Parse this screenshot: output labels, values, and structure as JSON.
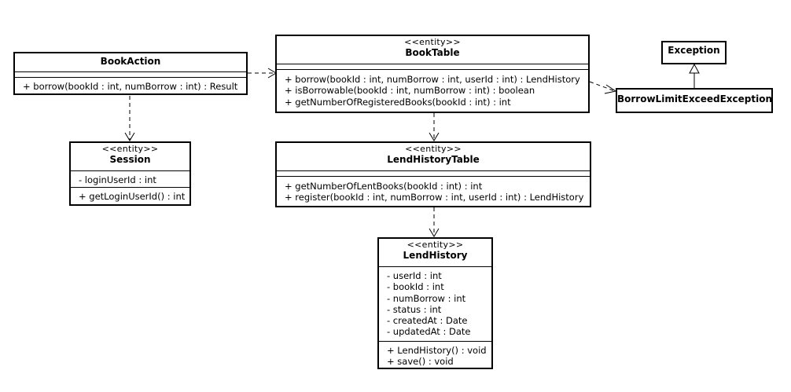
{
  "classes": {
    "book_action": {
      "stereotype": "",
      "name": "BookAction",
      "attributes": [],
      "operations": [
        "+ borrow(bookId : int, numBorrow : int) : Result"
      ]
    },
    "book_table": {
      "stereotype": "<<entity>>",
      "name": "BookTable",
      "attributes": [],
      "operations": [
        "+ borrow(bookId : int, numBorrow : int, userId : int) : LendHistory",
        "+ isBorrowable(bookId : int, numBorrow : int) : boolean",
        "+ getNumberOfRegisteredBooks(bookId : int) : int"
      ]
    },
    "exception": {
      "name": "Exception"
    },
    "borrow_limit_exceed_exception": {
      "name": "BorrowLimitExceedException"
    },
    "session": {
      "stereotype": "<<entity>>",
      "name": "Session",
      "attributes": [
        "- loginUserId : int"
      ],
      "operations": [
        "+ getLoginUserId() : int"
      ]
    },
    "lend_history_table": {
      "stereotype": "<<entity>>",
      "name": "LendHistoryTable",
      "attributes": [],
      "operations": [
        "+ getNumberOfLentBooks(bookId : int) : int",
        "+ register(bookId : int, numBorrow : int, userId : int) : LendHistory"
      ]
    },
    "lend_history": {
      "stereotype": "<<entity>>",
      "name": "LendHistory",
      "attributes": [
        "- userId : int",
        "- bookId : int",
        "- numBorrow : int",
        "- status : int",
        "- createdAt : Date",
        "- updatedAt : Date"
      ],
      "operations": [
        "+ LendHistory() : void",
        "+ save() : void"
      ]
    }
  },
  "relations": [
    {
      "from": "BookAction",
      "to": "BookTable",
      "kind": "dependency"
    },
    {
      "from": "BookAction",
      "to": "Session",
      "kind": "dependency"
    },
    {
      "from": "BookTable",
      "to": "LendHistoryTable",
      "kind": "dependency"
    },
    {
      "from": "BookTable",
      "to": "BorrowLimitExceedException",
      "kind": "dependency"
    },
    {
      "from": "LendHistoryTable",
      "to": "LendHistory",
      "kind": "dependency"
    },
    {
      "from": "BorrowLimitExceedException",
      "to": "Exception",
      "kind": "generalization"
    }
  ],
  "colors": {
    "line": "#000000",
    "background": "#ffffff"
  }
}
